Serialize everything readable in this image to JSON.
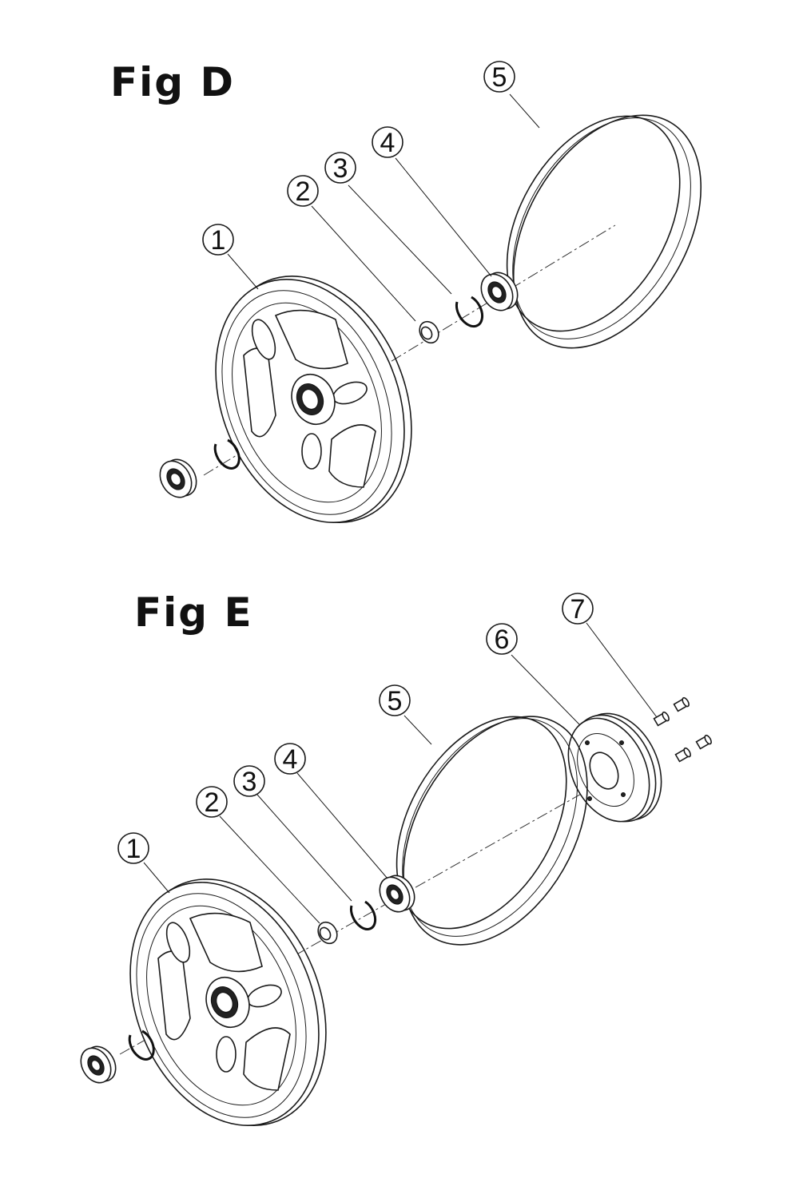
{
  "figures": [
    {
      "title": "Fig D",
      "callouts": [
        "1",
        "2",
        "3",
        "4",
        "5"
      ]
    },
    {
      "title": "Fig E",
      "callouts": [
        "1",
        "2",
        "3",
        "4",
        "5",
        "6",
        "7"
      ]
    }
  ]
}
